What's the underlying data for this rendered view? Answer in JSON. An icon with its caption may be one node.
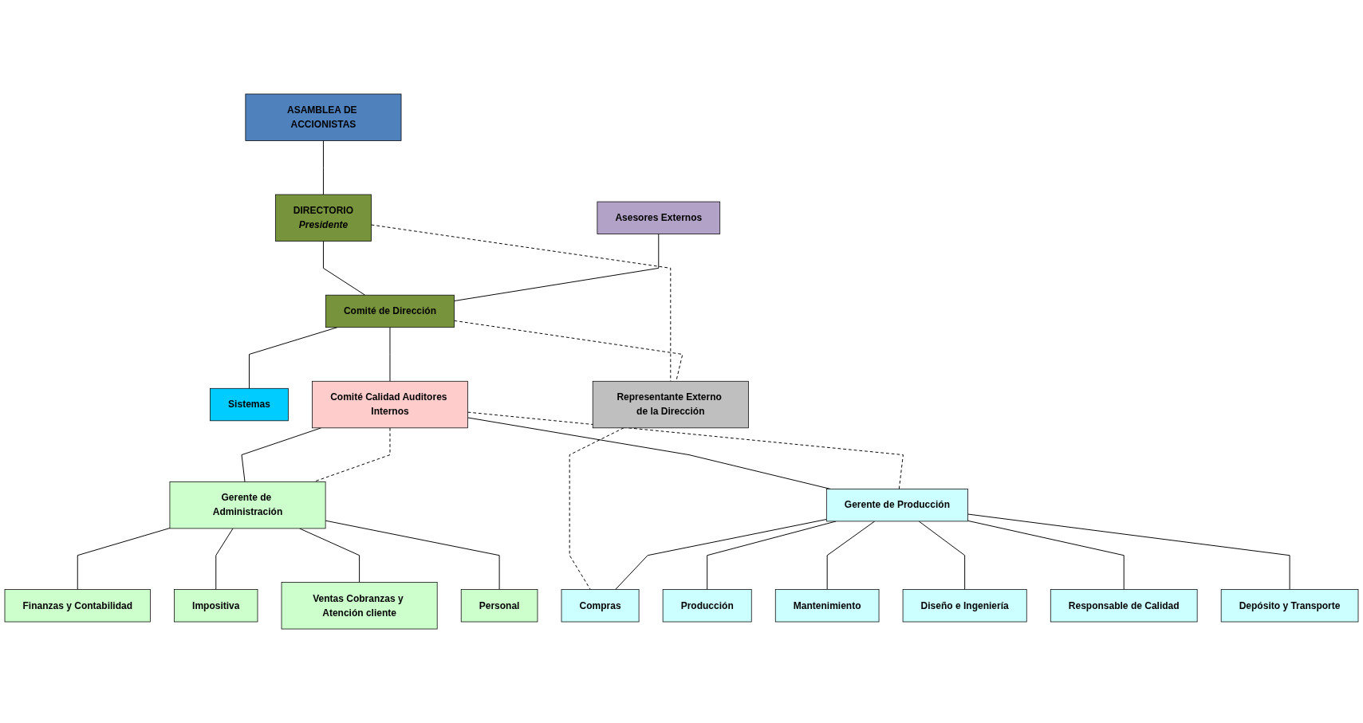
{
  "diagram": {
    "nodes": [
      {
        "text": [
          "ASAMBLEA DE ACCIONISTAS"
        ]
      },
      {
        "text": [
          "DIRECTORIO",
          "Presidente"
        ]
      },
      {
        "text": [
          "Representante Externo de la Dirección"
        ]
      },
      {
        "text": [
          "Asesores Externos"
        ]
      },
      {
        "text": [
          "Comité de Dirección"
        ]
      },
      {
        "text": [
          "Gerente de Administración"
        ]
      },
      {
        "text": [
          "Comité Calidad Auditores Internos"
        ]
      },
      {
        "text": [
          "Gerente de Producción"
        ]
      },
      {
        "text": [
          "Finanzas y Contabilidad"
        ]
      },
      {
        "text": [
          "Impositiva"
        ]
      },
      {
        "text": [
          "Ventas Cobranzas y Atención cliente"
        ]
      },
      {
        "text": [
          "Personal"
        ]
      },
      {
        "text": [
          "Sistemas"
        ]
      },
      {
        "text": [
          "Compras"
        ]
      },
      {
        "text": [
          "Producción"
        ]
      },
      {
        "text": [
          "Mantenimiento"
        ]
      },
      {
        "text": [
          "Diseño e Ingeniería"
        ]
      },
      {
        "text": [
          "Responsable de Calidad"
        ]
      },
      {
        "text": [
          "Depósito y Transporte"
        ]
      }
    ],
    "edges": [
      {
        "from": 0,
        "to": 1,
        "arrow": "none"
      },
      {
        "from": 1,
        "to": 4,
        "arrow": "none"
      },
      {
        "from": 3,
        "to": 4,
        "arrow": "none"
      },
      {
        "from": 4,
        "to": 6,
        "arrow": "none"
      },
      {
        "from": 6,
        "to": 5,
        "arrow": "none"
      },
      {
        "from": 6,
        "to": 7,
        "arrow": "none"
      },
      {
        "from": 6,
        "to": 5,
        "arrow": "none",
        "style": "dashed"
      },
      {
        "from": 6,
        "to": 7,
        "arrow": "none",
        "style": "dashed"
      },
      {
        "from": 1,
        "to": 2,
        "arrow": "none",
        "style": "dashed"
      },
      {
        "from": 4,
        "to": 2,
        "arrow": "none",
        "style": "dashed"
      },
      {
        "from": 2,
        "to": 13,
        "arrow": "none",
        "style": "dashed"
      },
      {
        "from": 4,
        "to": 12,
        "arrow": "none"
      },
      {
        "from": 5,
        "to": 8,
        "arrow": "none"
      },
      {
        "from": 5,
        "to": 9,
        "arrow": "none"
      },
      {
        "from": 5,
        "to": 10,
        "arrow": "none"
      },
      {
        "from": 5,
        "to": 11,
        "arrow": "none"
      },
      {
        "from": 7,
        "to": 13,
        "arrow": "none"
      },
      {
        "from": 7,
        "to": 14,
        "arrow": "none"
      },
      {
        "from": 7,
        "to": 15,
        "arrow": "none"
      },
      {
        "from": 7,
        "to": 16,
        "arrow": "none"
      },
      {
        "from": 7,
        "to": 17,
        "arrow": "none"
      },
      {
        "from": 7,
        "to": 18,
        "arrow": "none"
      }
    ]
  }
}
